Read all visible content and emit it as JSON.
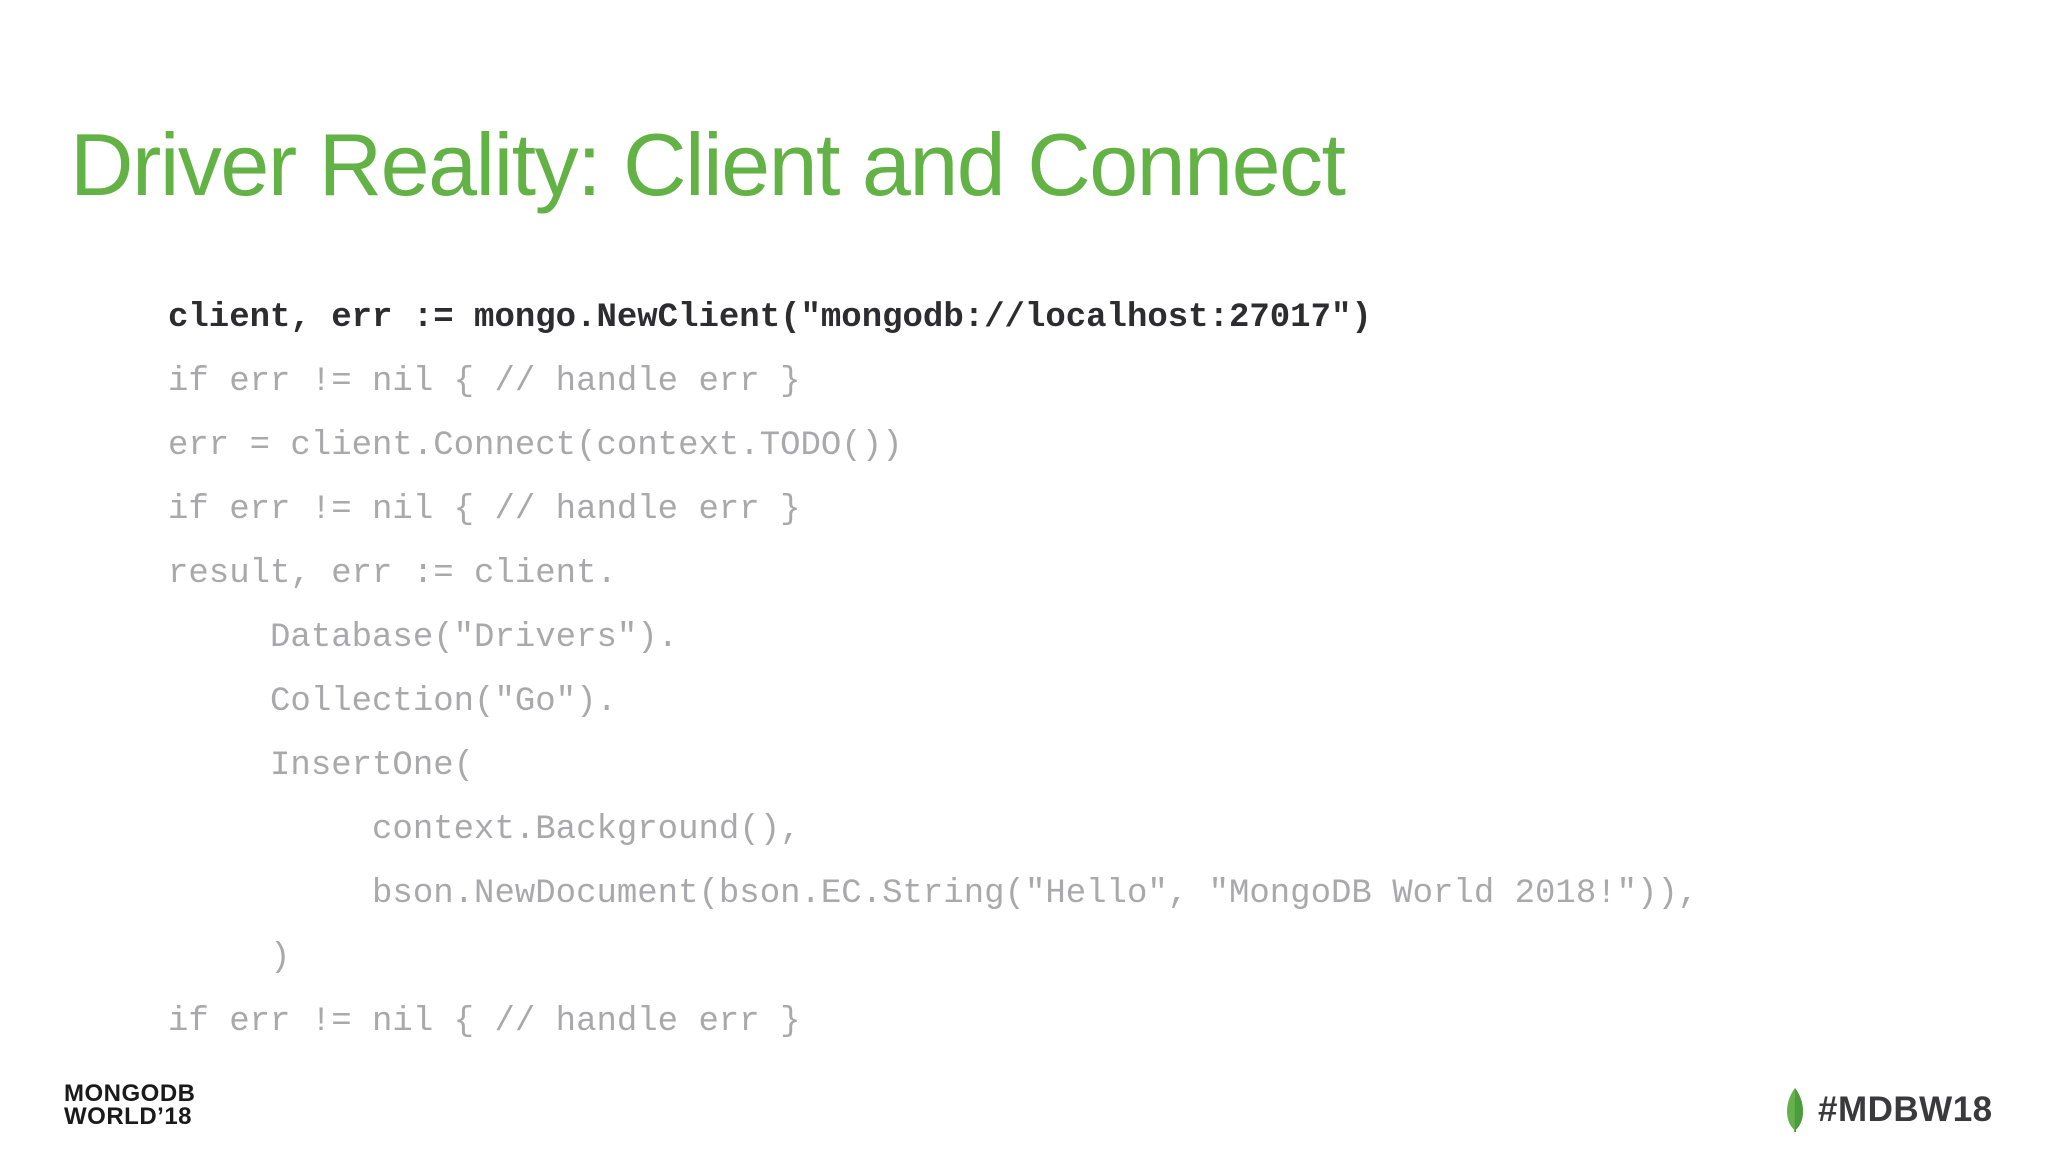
{
  "slide": {
    "title": "Driver Reality: Client and Connect"
  },
  "code": {
    "lines": [
      {
        "text": "client, err := mongo.NewClient(\"mongodb://localhost:27017\")",
        "emphasis": true
      },
      {
        "text": "if err != nil { // handle err }",
        "emphasis": false
      },
      {
        "text": "err = client.Connect(context.TODO())",
        "emphasis": false
      },
      {
        "text": "if err != nil { // handle err }",
        "emphasis": false
      },
      {
        "text": "result, err := client.",
        "emphasis": false
      },
      {
        "text": "     Database(\"Drivers\").",
        "emphasis": false
      },
      {
        "text": "     Collection(\"Go\").",
        "emphasis": false
      },
      {
        "text": "     InsertOne(",
        "emphasis": false
      },
      {
        "text": "          context.Background(),",
        "emphasis": false
      },
      {
        "text": "          bson.NewDocument(bson.EC.String(\"Hello\", \"MongoDB World 2018!\")),",
        "emphasis": false
      },
      {
        "text": "     )",
        "emphasis": false
      },
      {
        "text": "if err != nil { // handle err }",
        "emphasis": false
      }
    ]
  },
  "footer": {
    "logo_line1": "MONGODB",
    "logo_line2": "WORLD’18",
    "hashtag": "#MDBW18",
    "leaf_icon": "mongodb-leaf-icon"
  },
  "colors": {
    "title_green": "#63b245",
    "code_dark": "#2d2d30",
    "code_gray": "#a9a9ab",
    "footer_black": "#1a1a1a",
    "hashtag_gray": "#3a3a3c",
    "leaf_green_light": "#65b24c",
    "leaf_green_dark": "#4a9c3f",
    "leaf_stem": "#3f8a36"
  }
}
